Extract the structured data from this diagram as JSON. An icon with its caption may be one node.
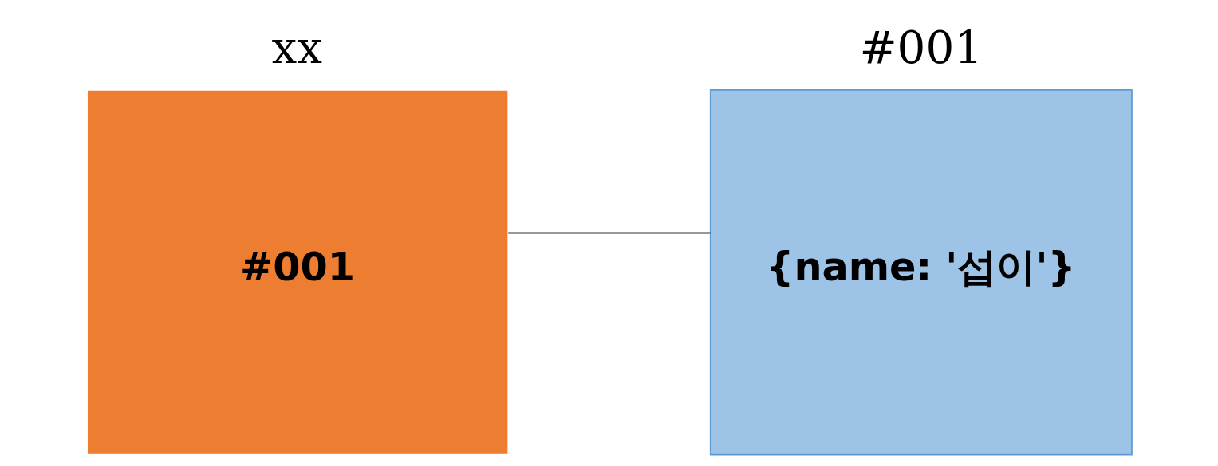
{
  "diagram": {
    "nodes": [
      {
        "text": [
          "xx",
          "#001"
        ]
      },
      {
        "text": [
          "#001",
          "{name: '섭이'}"
        ]
      }
    ],
    "edges": [
      {
        "from": 0,
        "to": 1,
        "arrow": "none"
      }
    ]
  }
}
